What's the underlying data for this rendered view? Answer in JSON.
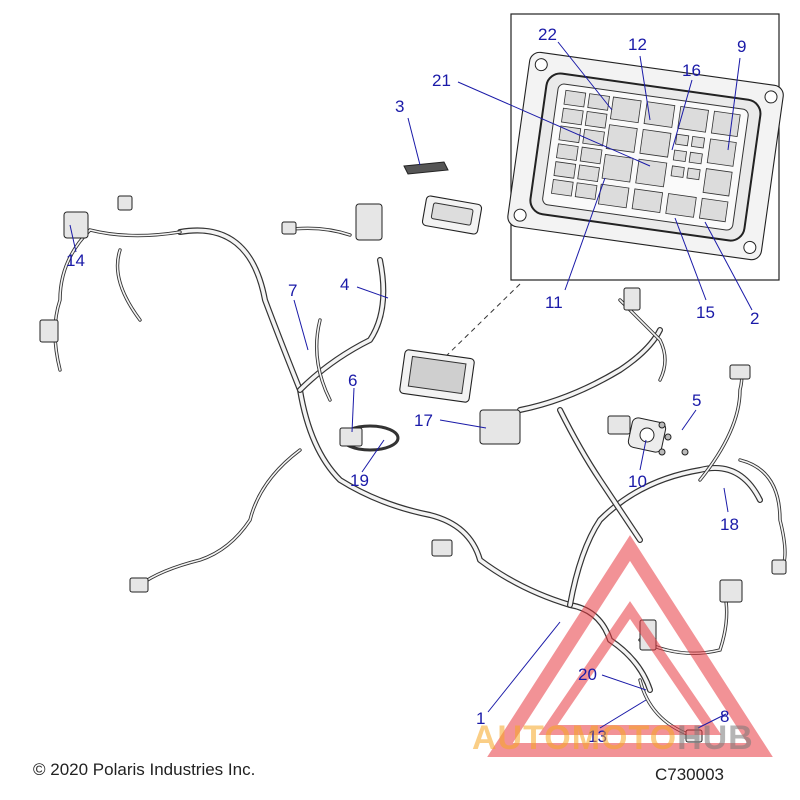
{
  "callouts": [
    {
      "id": "c1",
      "label": "1"
    },
    {
      "id": "c2",
      "label": "2"
    },
    {
      "id": "c3",
      "label": "3"
    },
    {
      "id": "c4",
      "label": "4"
    },
    {
      "id": "c5",
      "label": "5"
    },
    {
      "id": "c6",
      "label": "6"
    },
    {
      "id": "c7",
      "label": "7"
    },
    {
      "id": "c8",
      "label": "8"
    },
    {
      "id": "c9",
      "label": "9"
    },
    {
      "id": "c10",
      "label": "10"
    },
    {
      "id": "c11",
      "label": "11"
    },
    {
      "id": "c12",
      "label": "12"
    },
    {
      "id": "c13",
      "label": "13"
    },
    {
      "id": "c14",
      "label": "14"
    },
    {
      "id": "c15",
      "label": "15"
    },
    {
      "id": "c16",
      "label": "16"
    },
    {
      "id": "c17",
      "label": "17"
    },
    {
      "id": "c18",
      "label": "18"
    },
    {
      "id": "c19",
      "label": "19"
    },
    {
      "id": "c20",
      "label": "20"
    },
    {
      "id": "c21",
      "label": "21"
    },
    {
      "id": "c22",
      "label": "22"
    }
  ],
  "footer": {
    "copyright": "© 2020 Polaris Industries Inc.",
    "figure_code": "C730003"
  },
  "watermark": {
    "text_a": "AUTOMOTO",
    "text_b": "HUB"
  },
  "colors": {
    "callout": "#1a1aa8",
    "watermark_red": "#e8393f",
    "watermark_orange": "#f5a623",
    "line": "#222222"
  }
}
